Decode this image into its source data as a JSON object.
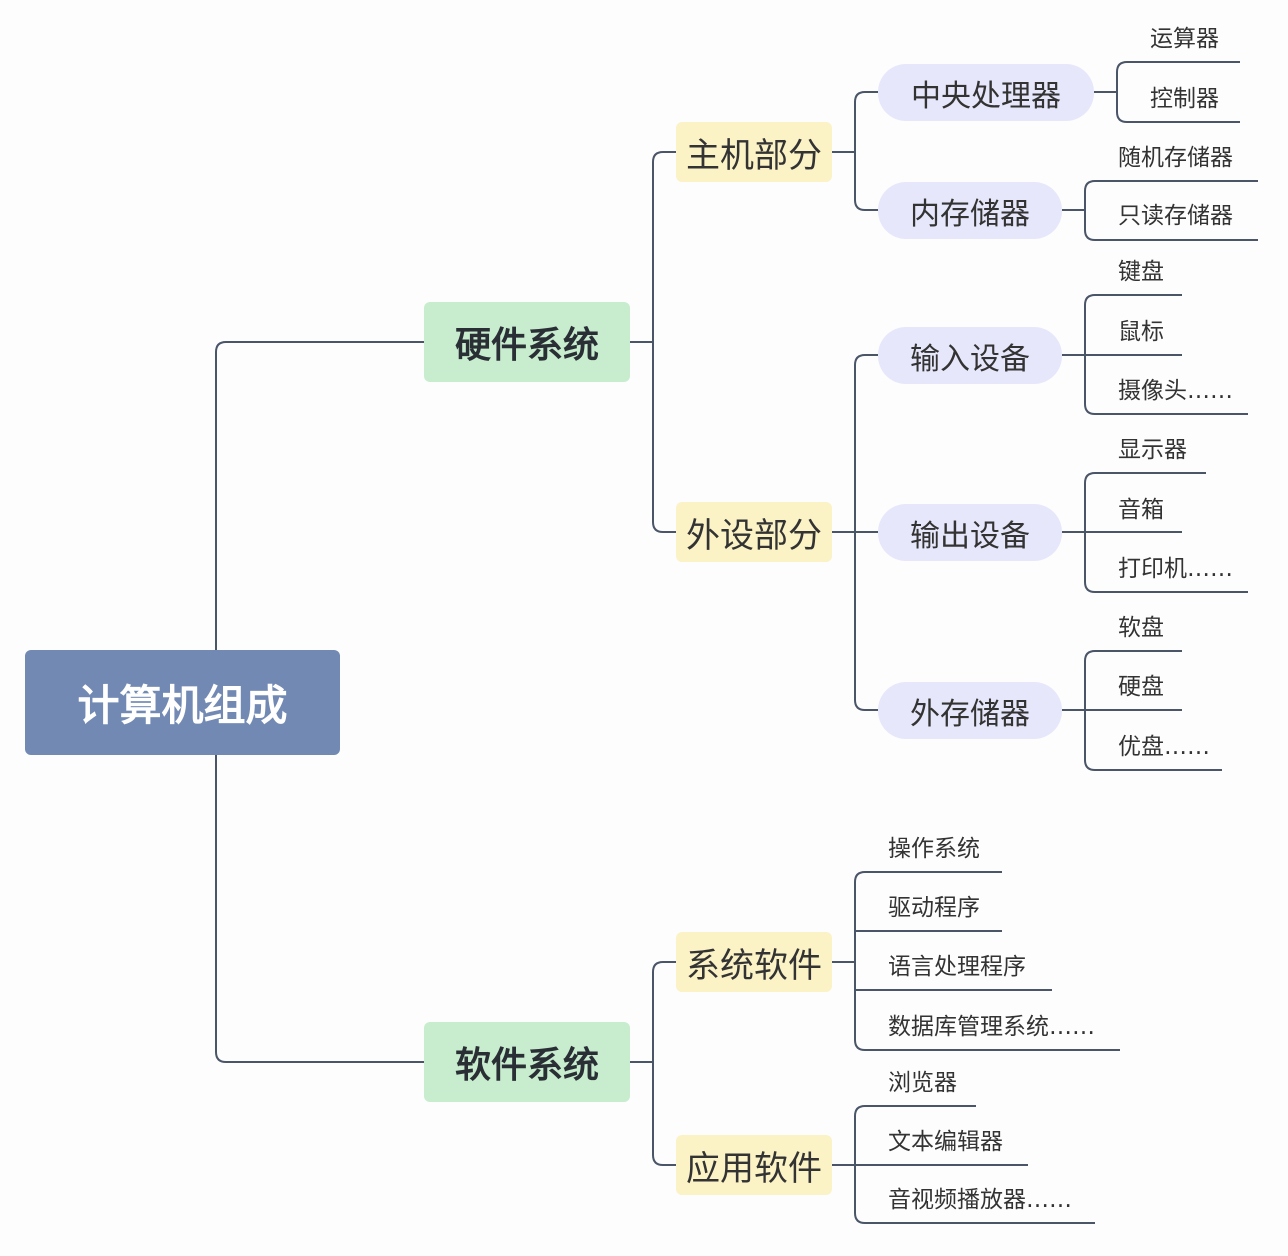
{
  "root": "计算机组成",
  "hardware": {
    "label": "硬件系统",
    "host": {
      "label": "主机部分",
      "cpu": {
        "label": "中央处理器",
        "items": [
          "运算器",
          "控制器"
        ]
      },
      "memory": {
        "label": "内存储器",
        "items": [
          "随机存储器",
          "只读存储器"
        ]
      }
    },
    "peripheral": {
      "label": "外设部分",
      "input": {
        "label": "输入设备",
        "items": [
          "键盘",
          "鼠标",
          "摄像头……"
        ]
      },
      "output": {
        "label": "输出设备",
        "items": [
          "显示器",
          "音箱",
          "打印机……"
        ]
      },
      "storage": {
        "label": "外存储器",
        "items": [
          "软盘",
          "硬盘",
          "优盘……"
        ]
      }
    }
  },
  "software": {
    "label": "软件系统",
    "system": {
      "label": "系统软件",
      "items": [
        "操作系统",
        "驱动程序",
        "语言处理程序",
        "数据库管理系统……"
      ]
    },
    "application": {
      "label": "应用软件",
      "items": [
        "浏览器",
        "文本编辑器",
        "音视频播放器……"
      ]
    }
  },
  "colors": {
    "root_bg": "#7189b3",
    "level1_bg": "#c8ecce",
    "level2_bg": "#fbf2c6",
    "level3_bg": "#e6e7fa",
    "connector": "#4a5568"
  }
}
